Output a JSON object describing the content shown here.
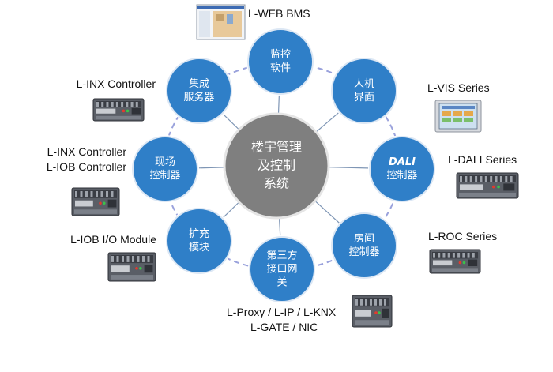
{
  "colors": {
    "node_fill": "#2f7fc8",
    "node_stroke": "#dce7f4",
    "center_fill": "#7f7f7f",
    "ring_stroke": "#9aa2dc",
    "spoke_stroke": "#7f96b5"
  },
  "center": {
    "label": "楼宇管理\n及控制\n系统"
  },
  "nodes": [
    {
      "id": "monitoring-software",
      "label": "监控\n软件"
    },
    {
      "id": "hmi",
      "label": "人机\n界面"
    },
    {
      "id": "dali-controller",
      "label": "DALI\n控制器"
    },
    {
      "id": "room-controller",
      "label": "房间\n控制器"
    },
    {
      "id": "third-party-gateway",
      "label": "第三方\n接口网\n关"
    },
    {
      "id": "expansion-module",
      "label": "扩充\n模块"
    },
    {
      "id": "field-controller",
      "label": "现场\n控制器"
    },
    {
      "id": "integration-server",
      "label": "集成\n服务器"
    }
  ],
  "products": [
    {
      "id": "l-web-bms",
      "label": "L-WEB BMS",
      "icon": "software-screenshot-icon"
    },
    {
      "id": "l-vis",
      "label": "L-VIS Series",
      "icon": "touch-panel-icon"
    },
    {
      "id": "l-dali",
      "label": "L-DALI Series",
      "icon": "din-rail-device-icon"
    },
    {
      "id": "l-roc",
      "label": "L-ROC Series",
      "icon": "din-rail-device-icon"
    },
    {
      "id": "l-proxy",
      "label": "L-Proxy / L-IP / L-KNX\nL-GATE / NIC",
      "icon": "din-rail-device-icon"
    },
    {
      "id": "l-iob-io",
      "label": "L-IOB I/O Module",
      "icon": "din-rail-device-icon"
    },
    {
      "id": "l-inx-iob",
      "label": "L-INX Controller\nL-IOB Controller",
      "icon": "din-rail-device-icon"
    },
    {
      "id": "l-inx",
      "label": "L-INX Controller",
      "icon": "din-rail-device-icon"
    }
  ]
}
